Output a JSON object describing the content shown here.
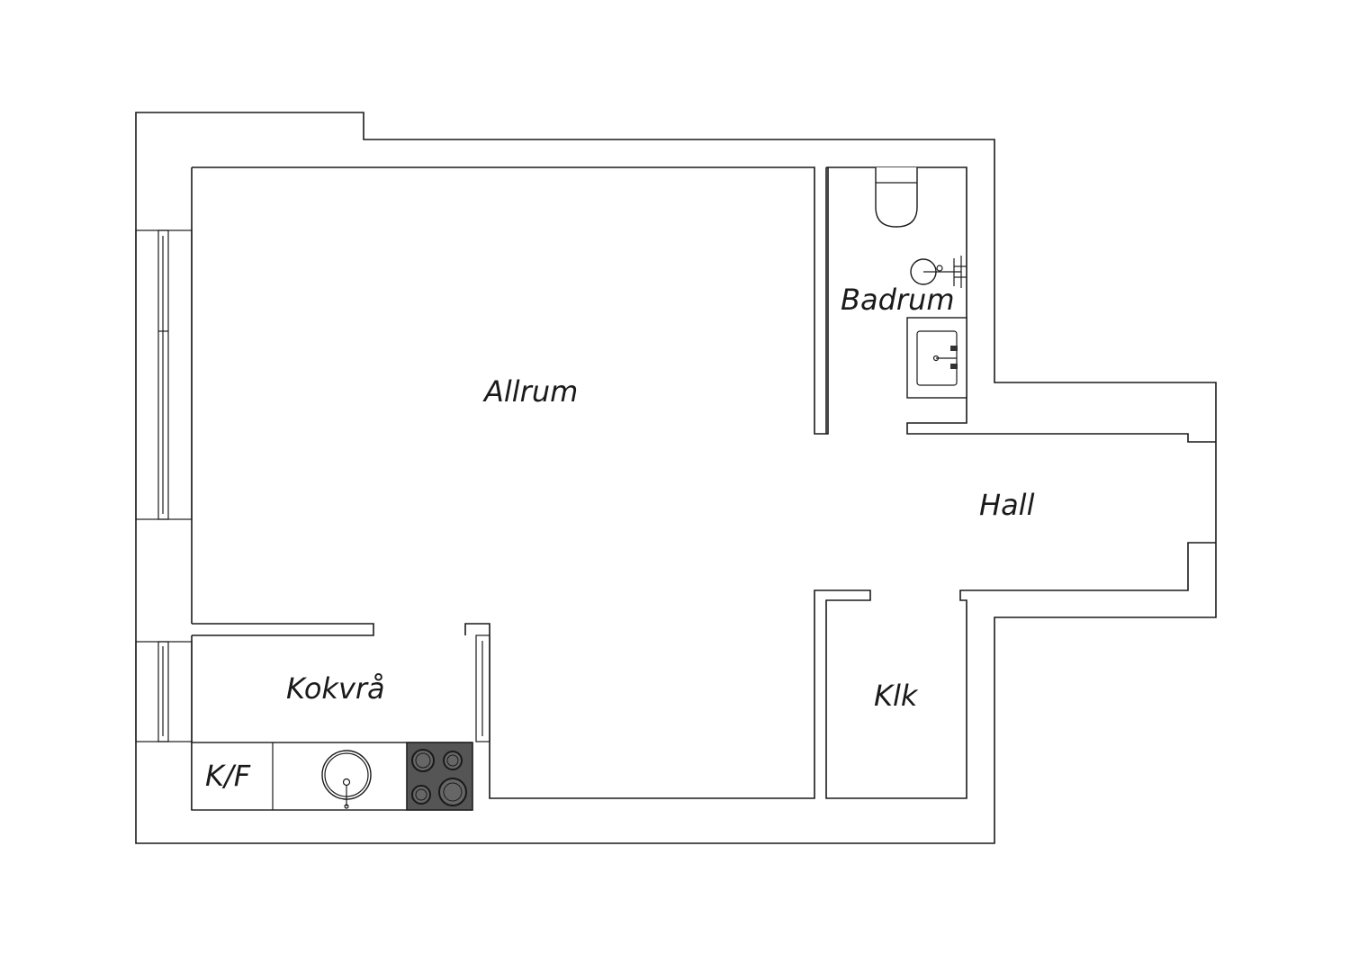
{
  "rooms": {
    "allrum": "Allrum",
    "badrum": "Badrum",
    "hall": "Hall",
    "kokvra": "Kokvrå",
    "klk": "Klk"
  },
  "fixtures": {
    "fridge_freezer": "K/F"
  },
  "colors": {
    "line": "#1a1a1a",
    "stove_top": "#555555",
    "background": "#ffffff"
  }
}
